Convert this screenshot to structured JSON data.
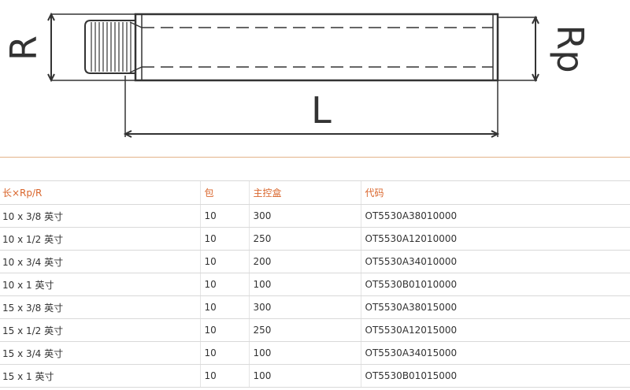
{
  "drawing": {
    "label_left": "R",
    "label_right": "Rp",
    "label_length": "L",
    "line_color": "#333333"
  },
  "table": {
    "header_color": "#d9652b",
    "columns": [
      "长×Rp/R",
      "包",
      "主控盒",
      "代码"
    ],
    "rows": [
      [
        "10 x 3/8 英寸",
        "10",
        "300",
        "OT5530A38010000"
      ],
      [
        "10 x 1/2 英寸",
        "10",
        "250",
        "OT5530A12010000"
      ],
      [
        "10 x 3/4 英寸",
        "10",
        "200",
        "OT5530A34010000"
      ],
      [
        "10 x 1 英寸",
        "10",
        "100",
        "OT5530B01010000"
      ],
      [
        "15 x 3/8 英寸",
        "10",
        "300",
        "OT5530A38015000"
      ],
      [
        "15 x 1/2 英寸",
        "10",
        "250",
        "OT5530A12015000"
      ],
      [
        "15 x 3/4 英寸",
        "10",
        "100",
        "OT5530A34015000"
      ],
      [
        "15 x 1 英寸",
        "10",
        "100",
        "OT5530B01015000"
      ]
    ]
  }
}
